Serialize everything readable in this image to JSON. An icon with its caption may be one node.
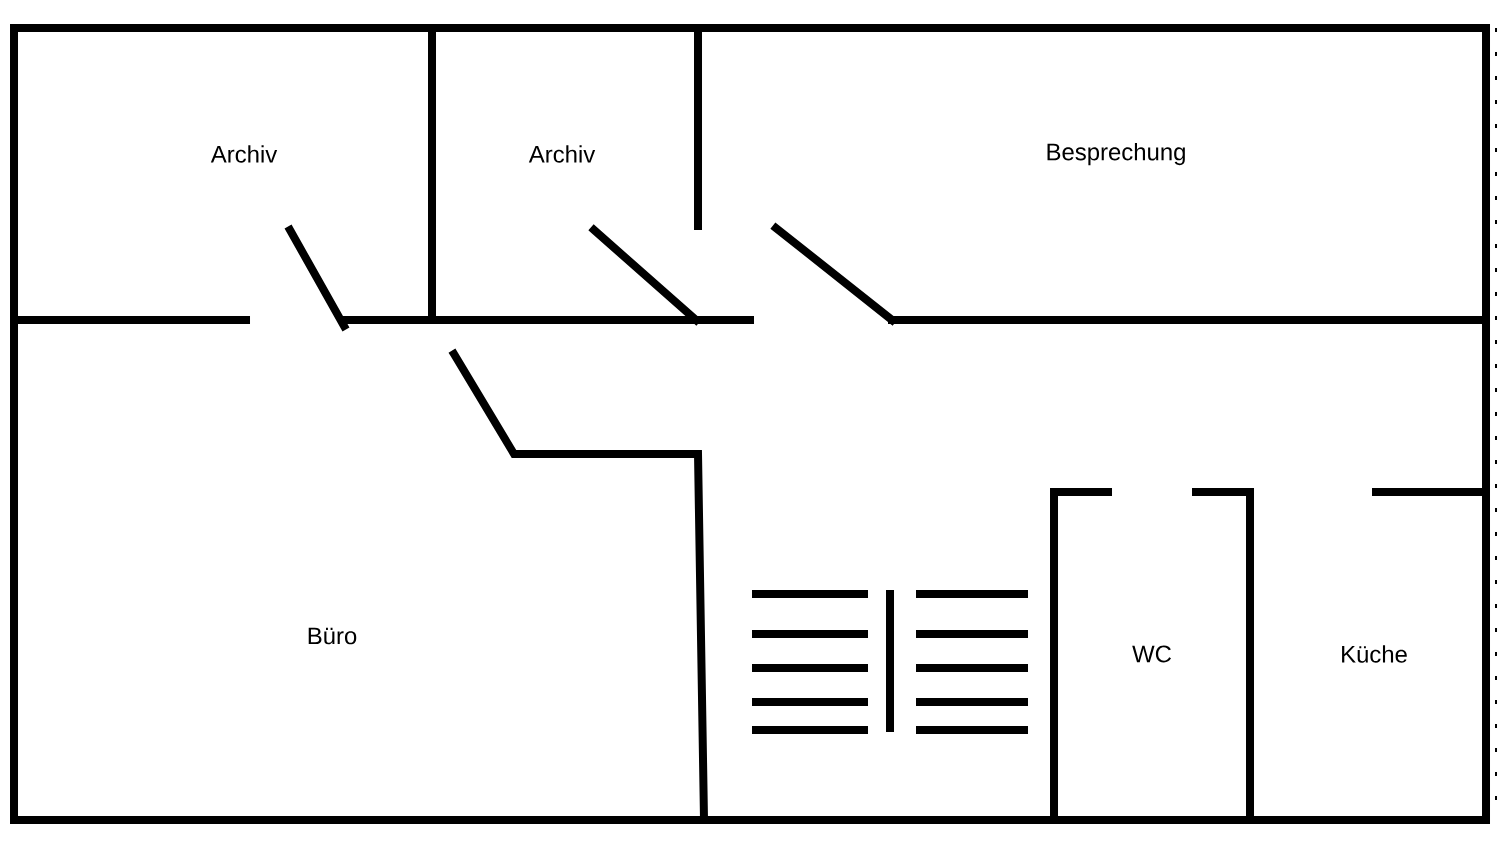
{
  "diagram": {
    "labels": [
      "Archiv",
      "Archiv",
      "Besprechung",
      "Büro",
      "WC",
      "Küche"
    ]
  }
}
